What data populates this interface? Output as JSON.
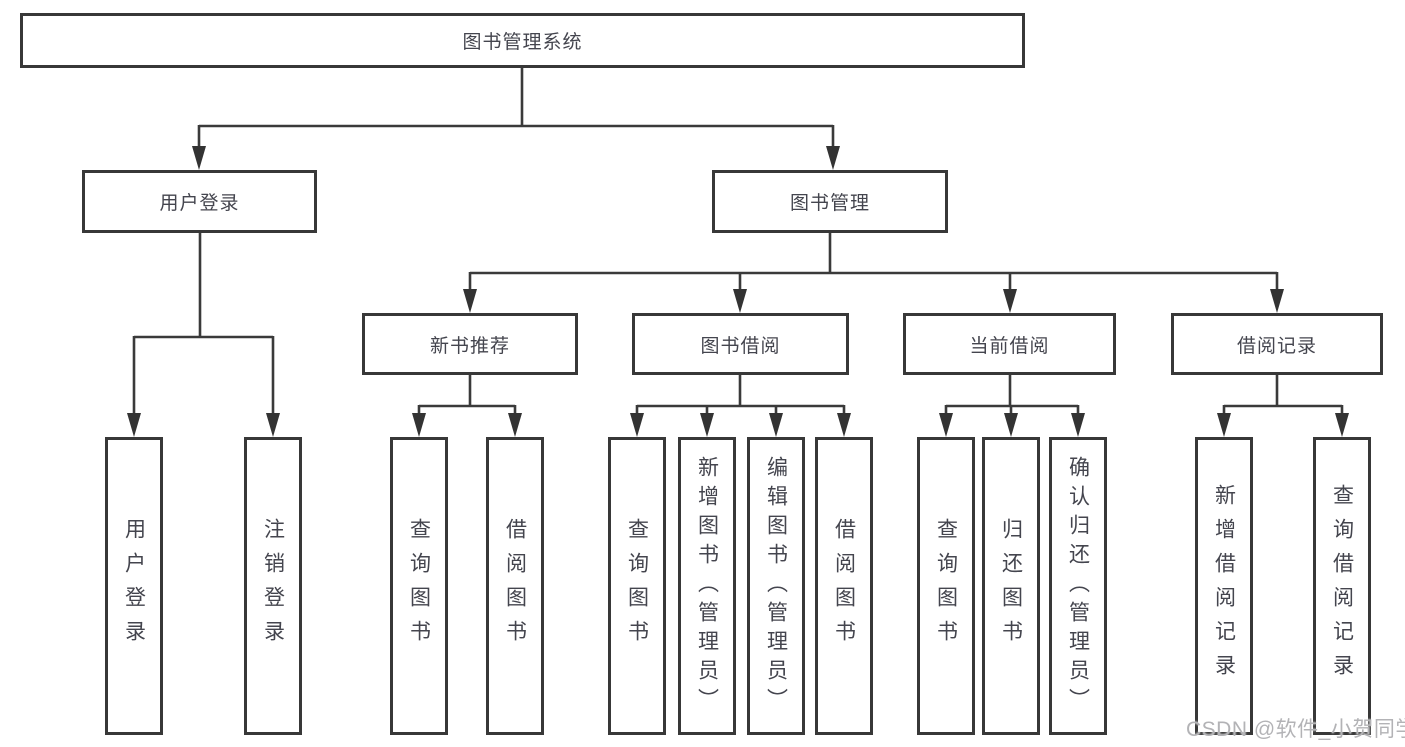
{
  "nodes": {
    "root": {
      "label": "图书管理系统"
    },
    "user_login": {
      "label": "用户登录"
    },
    "book_mgmt": {
      "label": "图书管理"
    },
    "new_book_rec": {
      "label": "新书推荐"
    },
    "book_borrow": {
      "label": "图书借阅"
    },
    "current_borrow": {
      "label": "当前借阅"
    },
    "borrow_records": {
      "label": "借阅记录"
    },
    "ul_user_login": {
      "label": "用户登录"
    },
    "ul_logout": {
      "label": "注销登录"
    },
    "nb_query_book": {
      "label": "查询图书"
    },
    "nb_borrow_book": {
      "label": "借阅图书"
    },
    "bb_query_book": {
      "label": "查询图书"
    },
    "bb_add_book": {
      "label": "新增图书（管理员）"
    },
    "bb_edit_book": {
      "label": "编辑图书（管理员）"
    },
    "bb_borrow_book": {
      "label": "借阅图书"
    },
    "cb_query_book": {
      "label": "查询图书"
    },
    "cb_return_book": {
      "label": "归还图书"
    },
    "cb_confirm_return": {
      "label": "确认归还（管理员）"
    },
    "br_add_record": {
      "label": "新增借阅记录"
    },
    "br_query_record": {
      "label": "查询借阅记录"
    }
  },
  "hierarchy": {
    "图书管理系统": {
      "用户登录": [
        "用户登录",
        "注销登录"
      ],
      "图书管理": {
        "新书推荐": [
          "查询图书",
          "借阅图书"
        ],
        "图书借阅": [
          "查询图书",
          "新增图书（管理员）",
          "编辑图书（管理员）",
          "借阅图书"
        ],
        "当前借阅": [
          "查询图书",
          "归还图书",
          "确认归还（管理员）"
        ],
        "借阅记录": [
          "新增借阅记录",
          "查询借阅记录"
        ]
      }
    }
  },
  "watermark": {
    "text": "CSDN @软件_小贺同学"
  },
  "colors": {
    "box_border": "#383838",
    "connector_line": "#3a3a3a",
    "text": "#44454e",
    "watermark_text": "#b3b3b6",
    "background": "#ffffff"
  }
}
